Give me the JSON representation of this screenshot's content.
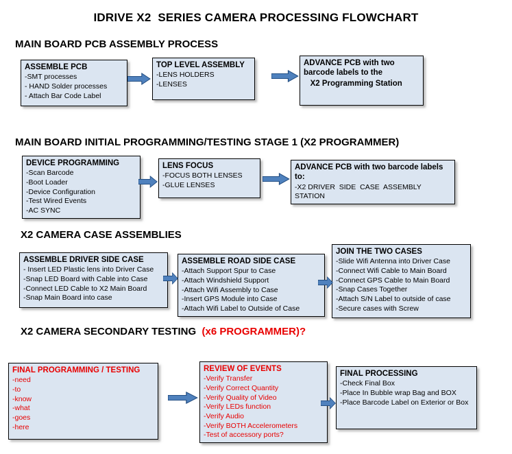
{
  "page": {
    "title": "IDRIVE X2  SERIES CAMERA PROCESSING FLOWCHART"
  },
  "colors": {
    "box_fill": "#dbe5f1",
    "box_border": "#000000",
    "arrow_blue": "#4f81bd",
    "arrow_outline": "#1f497d",
    "red_text": "#e80000"
  },
  "sections": [
    {
      "heading": "MAIN BOARD PCB ASSEMBLY PROCESS",
      "heading_suffix": "",
      "boxes": [
        {
          "title": "ASSEMBLE PCB",
          "red": false,
          "items_bold": false,
          "items": [
            "-SMT processes",
            "- HAND Solder processes",
            "- Attach Bar Code Label"
          ]
        },
        {
          "title": "TOP LEVEL ASSEMBLY",
          "red": false,
          "items_bold": false,
          "items": [
            "-LENS HOLDERS",
            "-LENSES"
          ]
        },
        {
          "title": "ADVANCE PCB with two barcode labels to the",
          "red": false,
          "items_bold": true,
          "items": [
            "   X2 Programming Station"
          ]
        }
      ]
    },
    {
      "heading": "MAIN BOARD INITIAL PROGRAMMING/TESTING STAGE 1 (X2 PROGRAMMER)",
      "heading_suffix": "",
      "boxes": [
        {
          "title": "DEVICE PROGRAMMING",
          "red": false,
          "items_bold": false,
          "items": [
            "-Scan Barcode",
            "-Boot Loader",
            "-Device Configuration",
            "-Test Wired Events",
            "-AC SYNC"
          ]
        },
        {
          "title": "LENS FOCUS",
          "red": false,
          "items_bold": false,
          "items": [
            "-FOCUS BOTH LENSES",
            "-GLUE LENSES"
          ]
        },
        {
          "title": "ADVANCE PCB with two barcode labels to:",
          "red": false,
          "items_bold": false,
          "items": [
            "-X2 DRIVER  SIDE  CASE  ASSEMBLY STATION"
          ]
        }
      ]
    },
    {
      "heading": "X2 CAMERA CASE ASSEMBLIES",
      "heading_suffix": "",
      "boxes": [
        {
          "title": "ASSEMBLE DRIVER SIDE CASE",
          "red": false,
          "items_bold": false,
          "items": [
            "- Insert LED Plastic lens into Driver Case",
            "-Snap LED Board with Cable into Case",
            "-Connect LED Cable to X2 Main Board",
            "-Snap Main Board into case"
          ]
        },
        {
          "title": "ASSEMBLE ROAD SIDE CASE",
          "red": false,
          "items_bold": false,
          "items": [
            "-Attach Support Spur to Case",
            "-Attach Windshield Support",
            "-Attach Wifi Assembly to Case",
            "-Insert GPS Module into Case",
            "-Attach Wifi Label to Outside of Case"
          ]
        },
        {
          "title": "JOIN THE TWO CASES",
          "red": false,
          "items_bold": false,
          "items": [
            "-Slide Wifi Antenna into Driver Case",
            "-Connect Wifi Cable to Main Board",
            "-Connect GPS Cable to Main Board",
            "-Snap Cases Together",
            "-Attach S/N Label to outside of case",
            "-Secure cases with Screw"
          ]
        }
      ]
    },
    {
      "heading": "X2 CAMERA SECONDARY TESTING  ",
      "heading_suffix": "(x6 PROGRAMMER)?",
      "boxes": [
        {
          "title": "FINAL PROGRAMMING / TESTING",
          "red": true,
          "items_bold": false,
          "items": [
            "-need",
            "-to",
            "-know",
            "-what",
            "-goes",
            "-here"
          ]
        },
        {
          "title": "REVIEW OF EVENTS",
          "red": true,
          "items_bold": false,
          "items": [
            "-Verify Transfer",
            "-Verify Correct Quantity",
            "-Verify Quality of Video",
            "-Verify LEDs function",
            "-Verify Audio",
            "-Verify BOTH Accelerometers",
            "-Test of accessory ports?"
          ]
        },
        {
          "title": "FINAL PROCESSING",
          "red": false,
          "items_bold": false,
          "items": [
            "-Check Final Box",
            "-Place In Bubble wrap Bag and BOX",
            "-Place Barcode Label on Exterior or Box"
          ]
        }
      ]
    }
  ]
}
